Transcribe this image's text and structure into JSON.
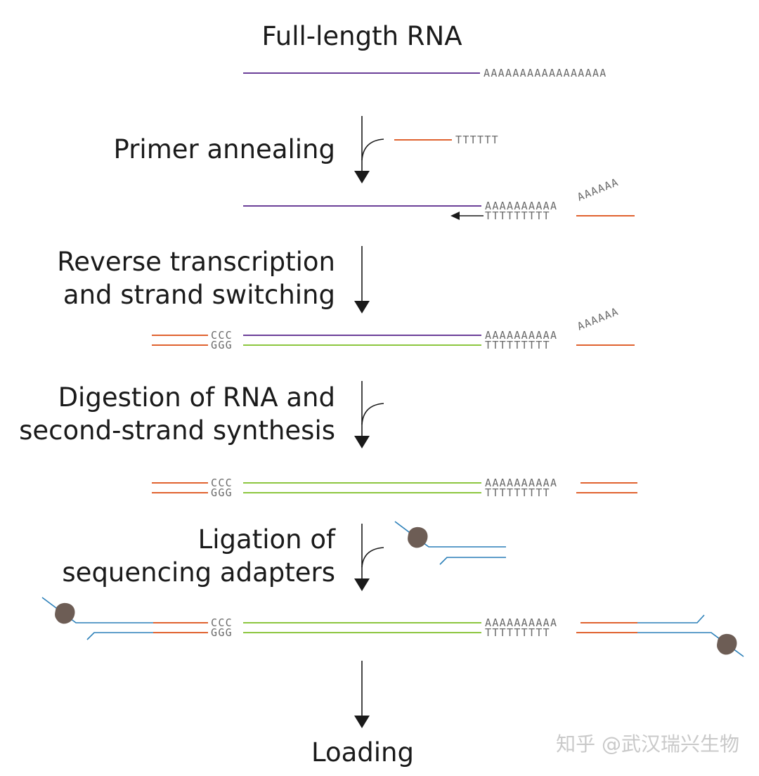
{
  "title": "Full-length RNA",
  "steps": [
    "Primer annealing",
    "Reverse transcription",
    "and strand switching",
    "Digestion of RNA and",
    "second-strand synthesis",
    "Ligation of",
    "sequencing adapters",
    "Loading"
  ],
  "sequences": {
    "polyA_long": "AAAAAAAAAAAAAAAAA",
    "polyT_primer": "TTTTTT",
    "polyA_10": "AAAAAAAAAA",
    "polyA_tail_6": "AAAAAA",
    "polyT_9": "TTTTTTTTT",
    "ccc": "CCC",
    "ggg": "GGG"
  },
  "watermark": "知乎 @武汉瑞兴生物",
  "colors": {
    "rna": "#6b3f98",
    "primer": "#e0622f",
    "cdna": "#8cc63f",
    "adapter": "#2a7fb8",
    "motor_protein": "#6d5d55"
  }
}
